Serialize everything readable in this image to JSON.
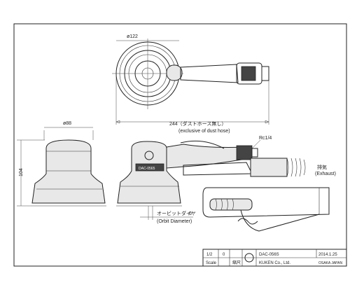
{
  "dimensions": {
    "pad_diameter": "ø122",
    "body_diameter": "ø88",
    "height": "104",
    "length": "244（ダストホース無し）",
    "length_note": "(exclusive of dust hose)",
    "port": "Rc1/4",
    "orbit_jp": "オービットダイヤ",
    "orbit_value": "6",
    "orbit_en": "(Orbit Diameter)"
  },
  "labels": {
    "exhaust_jp": "排気",
    "exhaust_en": "(Exhaust)",
    "body_marking": "DAC-0565"
  },
  "title_block": {
    "sheet": "1/2",
    "scale_value": "0",
    "scale_label": "Scale",
    "unit_label": "縮尺",
    "model": "DAC-056S",
    "date": "2014.1.25",
    "company": "KUKEN Co., Ltd.",
    "location": "OSAKA JAPAN"
  }
}
